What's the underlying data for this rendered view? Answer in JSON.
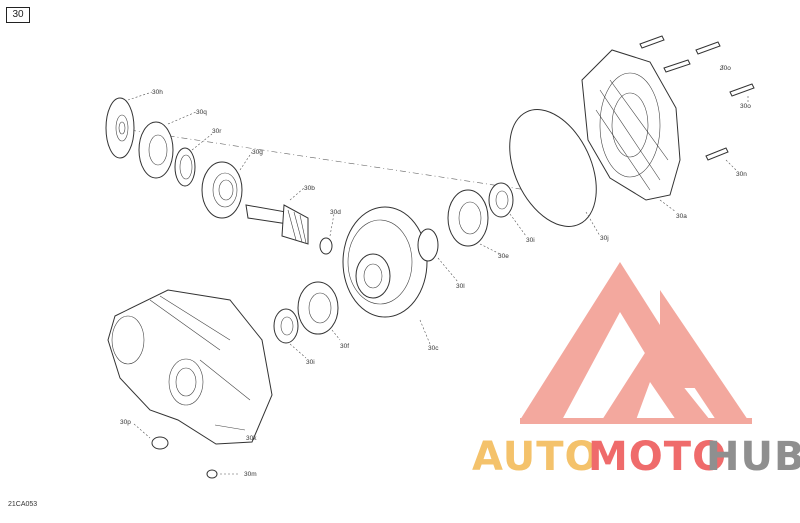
{
  "figure": {
    "group_badge": "30",
    "drawing_code": "21CA053"
  },
  "callouts": {
    "a": "30a",
    "b": "30b",
    "c": "30c",
    "d": "30d",
    "e": "30e",
    "f": "30f",
    "g": "30g",
    "h": "30h",
    "i1": "30i",
    "i2": "30i",
    "k": "30k",
    "l": "30l",
    "j": "30j",
    "m": "30m",
    "n": "30n",
    "o1": "30o",
    "o2": "30o",
    "p": "30p",
    "q": "30q",
    "r": "30r"
  },
  "watermark": {
    "part1": "AUTO",
    "part2": "MOTO",
    "part3": "HUB",
    "color_light": "#f4c26b",
    "color_red": "#ef6b6b",
    "color_grey": "#8f8f8f"
  }
}
